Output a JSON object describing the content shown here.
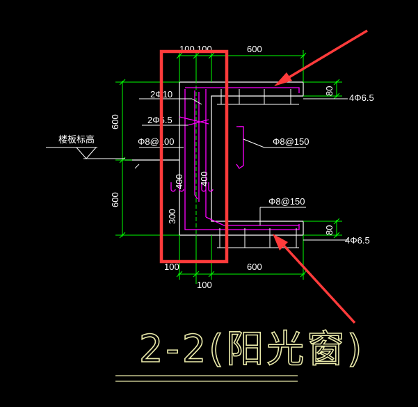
{
  "title": "2-2(阳光窗)",
  "dimensions": {
    "top_left": "100",
    "top_mid": "100",
    "top_right": "600",
    "bottom_left": "100",
    "bottom_mid": "100",
    "bottom_right": "600",
    "left_upper": "600",
    "left_lower": "600",
    "right_upper": "80",
    "right_lower": "80",
    "inner_400_a": "400",
    "inner_400_b": "400",
    "inner_300": "300"
  },
  "annotations": {
    "rebar_2d10": "2Φ10",
    "rebar_2d65": "2Φ6.5",
    "rebar_d8_100": "Φ8@100",
    "rebar_d8_150_upper": "Φ8@150",
    "rebar_d8_150_lower": "Φ8@150",
    "rebar_4d65_upper": "4Φ6.5",
    "rebar_4d65_lower": "4Φ6.5",
    "floor_level": "楼板标高"
  },
  "colors": {
    "background": "#000000",
    "concrete": "#ffffff",
    "dimension": "#00ff00",
    "rebar": "#ff00ff",
    "highlight": "#ff3b3b",
    "title": "#e8e8a8"
  }
}
